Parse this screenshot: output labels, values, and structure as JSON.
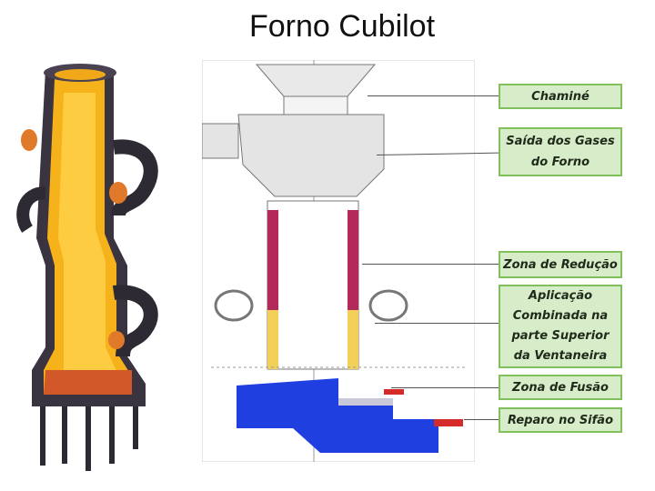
{
  "title": "Forno Cubilot",
  "labels": {
    "chimney": "Chaminé",
    "gas_outlet": "Saída dos Gases\ndo Forno",
    "reduction": "Zona de Redução",
    "application": "Aplicação\nCombinada na\nparte Superior\nda Ventaneira",
    "fusion": "Zona de Fusão",
    "siphon": "Reparo no Sifão"
  },
  "colors": {
    "label_fill": "#d7ecc9",
    "label_border": "#7fbf5c",
    "molten": "#f5b21a",
    "refractory": "#b32a5a",
    "base_blue": "#1f3fe0",
    "furnace_dark": "#3a3340"
  }
}
